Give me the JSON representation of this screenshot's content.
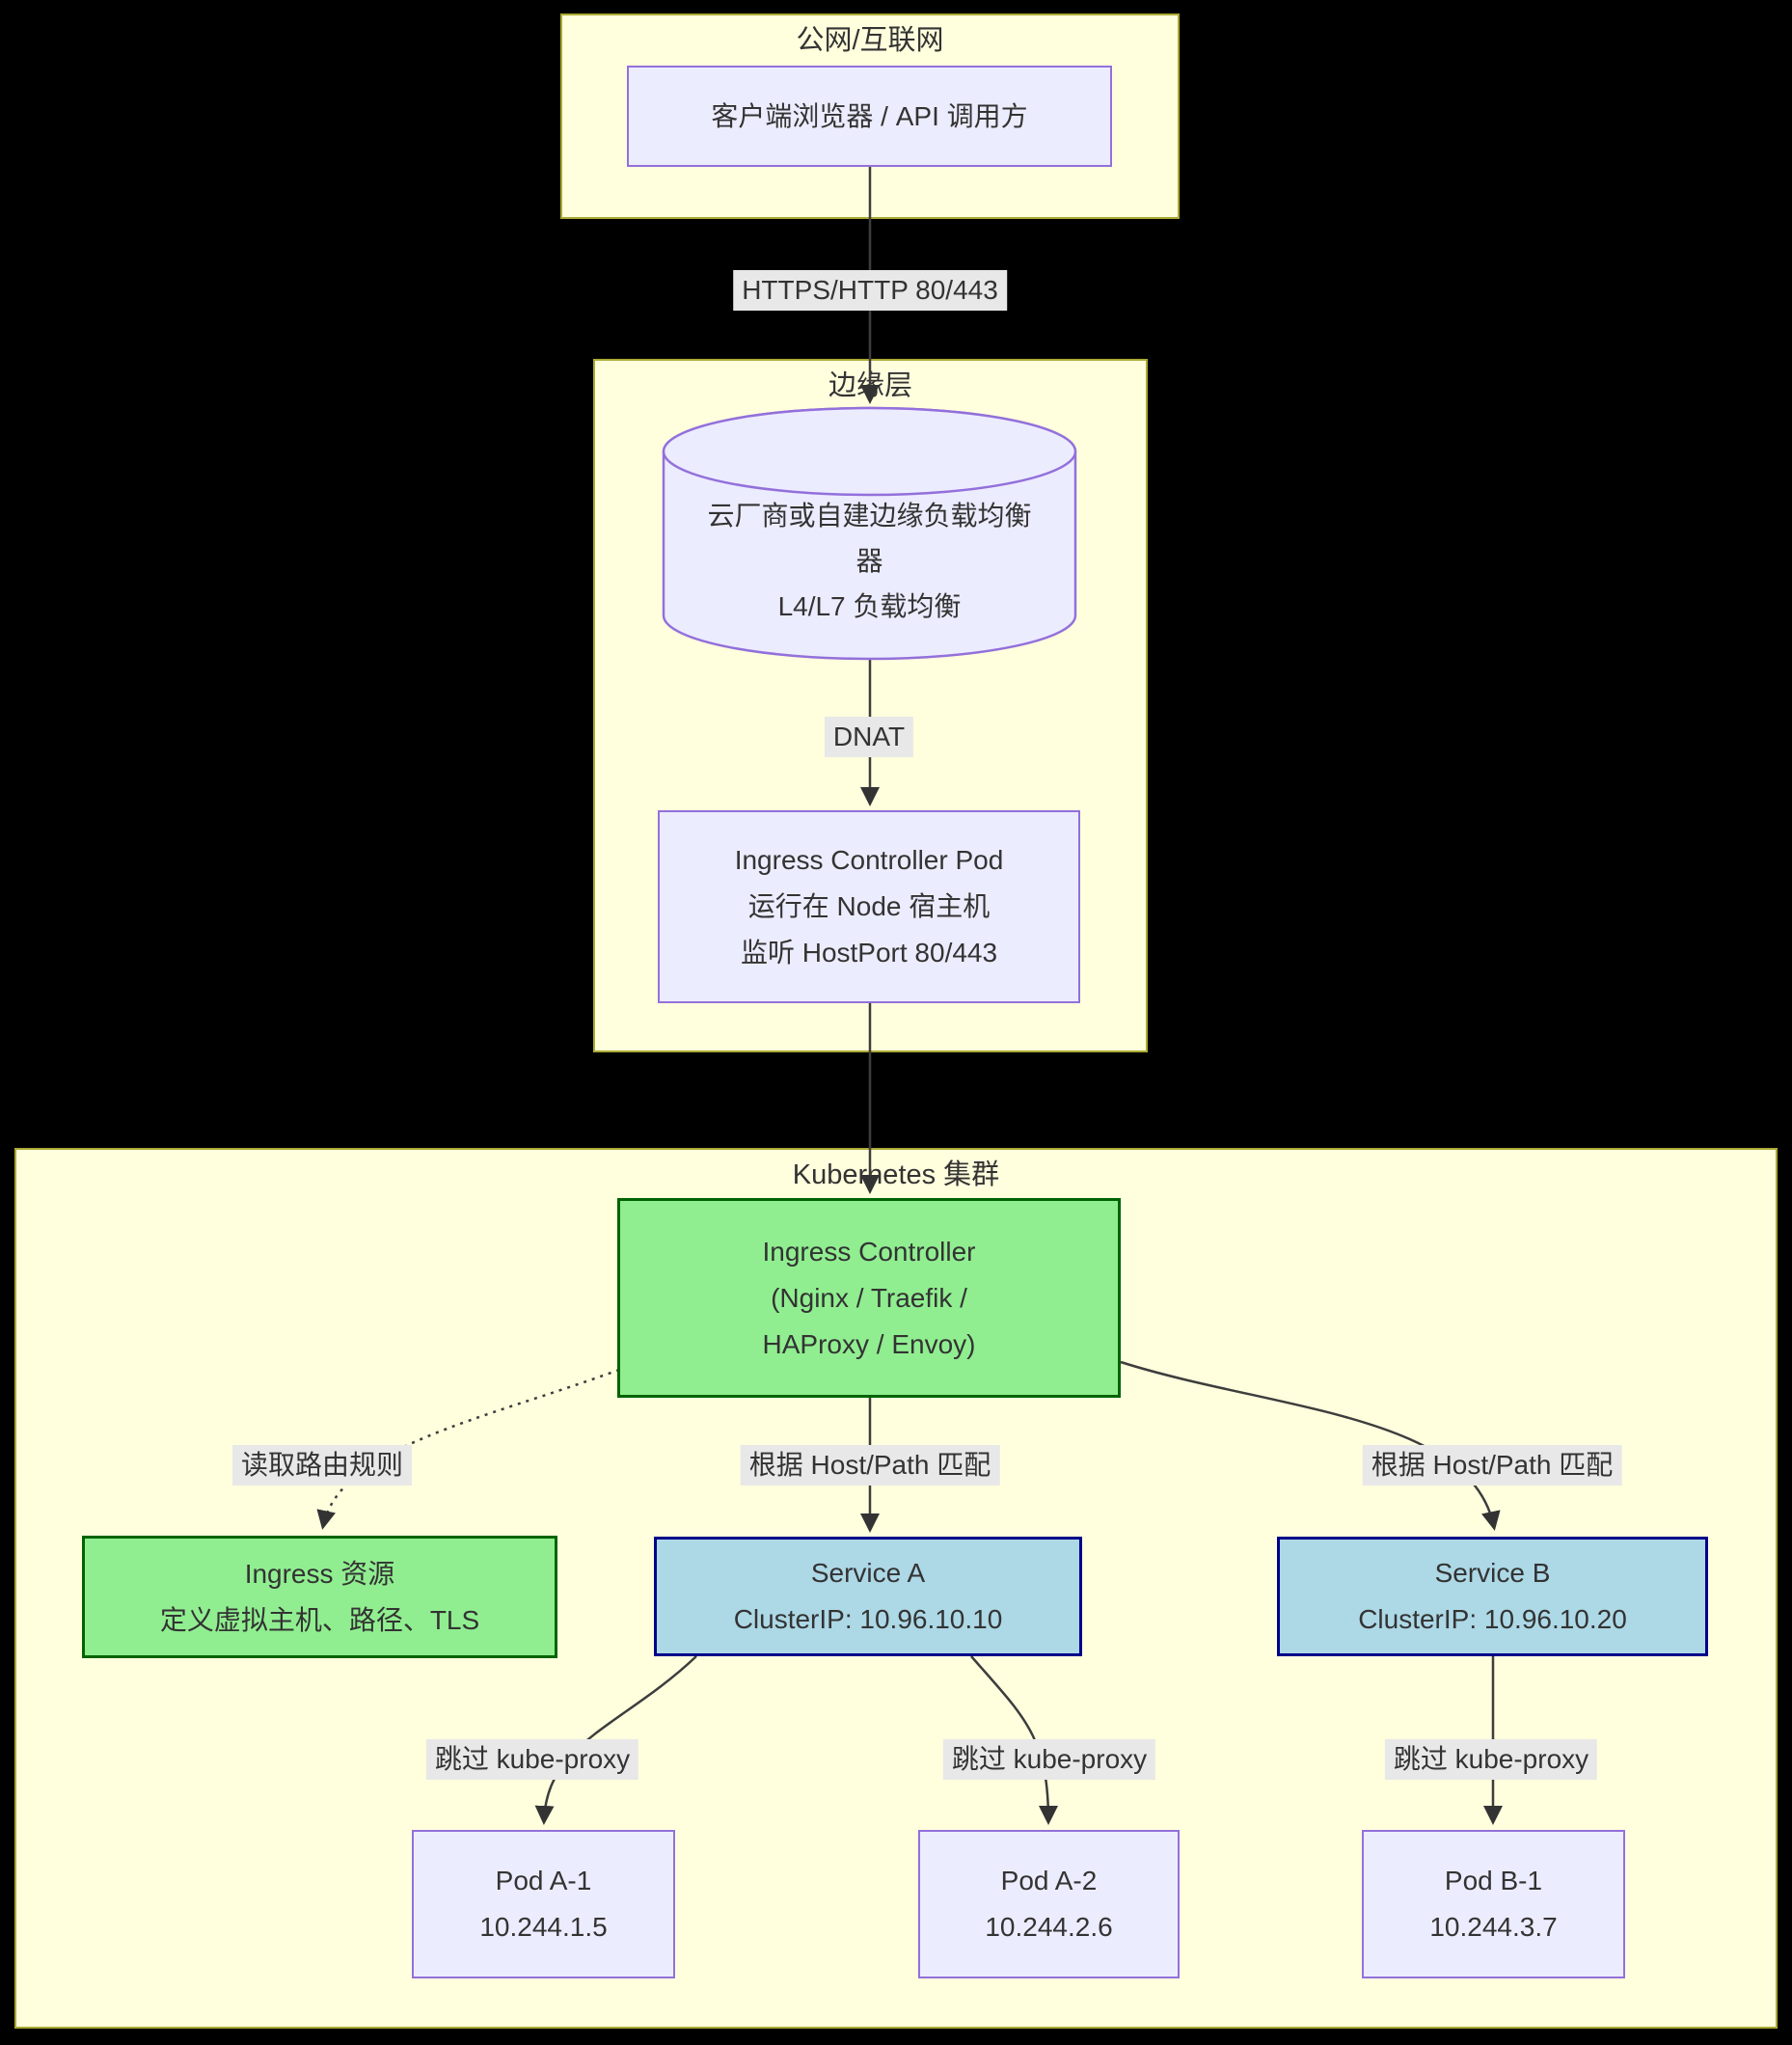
{
  "diagram": {
    "public_net": {
      "title": "公网/互联网",
      "client": "客户端浏览器 / API 调用方"
    },
    "edge_layer": {
      "title": "边缘层",
      "lb": {
        "line1": "云厂商或自建边缘负载均衡",
        "line2": "器",
        "line3": "L4/L7 负载均衡"
      },
      "ingress_pod": {
        "line1": "Ingress Controller Pod",
        "line2": "运行在 Node 宿主机",
        "line3": "监听 HostPort 80/443"
      }
    },
    "k8s": {
      "title": "Kubernetes 集群",
      "ingress_controller": {
        "line1": "Ingress Controller",
        "line2": "(Nginx / Traefik /",
        "line3": "HAProxy / Envoy)"
      },
      "ingress_resource": {
        "line1": "Ingress 资源",
        "line2": "定义虚拟主机、路径、TLS"
      },
      "service_a": {
        "line1": "Service A",
        "line2": "ClusterIP: 10.96.10.10"
      },
      "service_b": {
        "line1": "Service B",
        "line2": "ClusterIP: 10.96.10.20"
      },
      "pod_a1": {
        "line1": "Pod A-1",
        "line2": "10.244.1.5"
      },
      "pod_a2": {
        "line1": "Pod A-2",
        "line2": "10.244.2.6"
      },
      "pod_b1": {
        "line1": "Pod B-1",
        "line2": "10.244.3.7"
      }
    },
    "edge_labels": {
      "https": "HTTPS/HTTP 80/443",
      "dnat": "DNAT",
      "read_rules": "读取路由规则",
      "match_a": "根据 Host/Path 匹配",
      "match_b": "根据 Host/Path 匹配",
      "skip_a1": "跳过 kube-proxy",
      "skip_a2": "跳过 kube-proxy",
      "skip_b1": "跳过 kube-proxy"
    },
    "colors": {
      "canvas_bg": "#000000",
      "subgraph_bg": "#ffffde",
      "subgraph_border": "#aaaa33",
      "node_bg": "#ececff",
      "node_border": "#9370db",
      "green_bg": "#90ee90",
      "green_border": "#006400",
      "blue_bg": "#add8e6",
      "blue_border": "#00008b",
      "edge_color": "#3d3d3d",
      "edge_label_bg": "#e8e8e8",
      "text": "#333333"
    }
  }
}
